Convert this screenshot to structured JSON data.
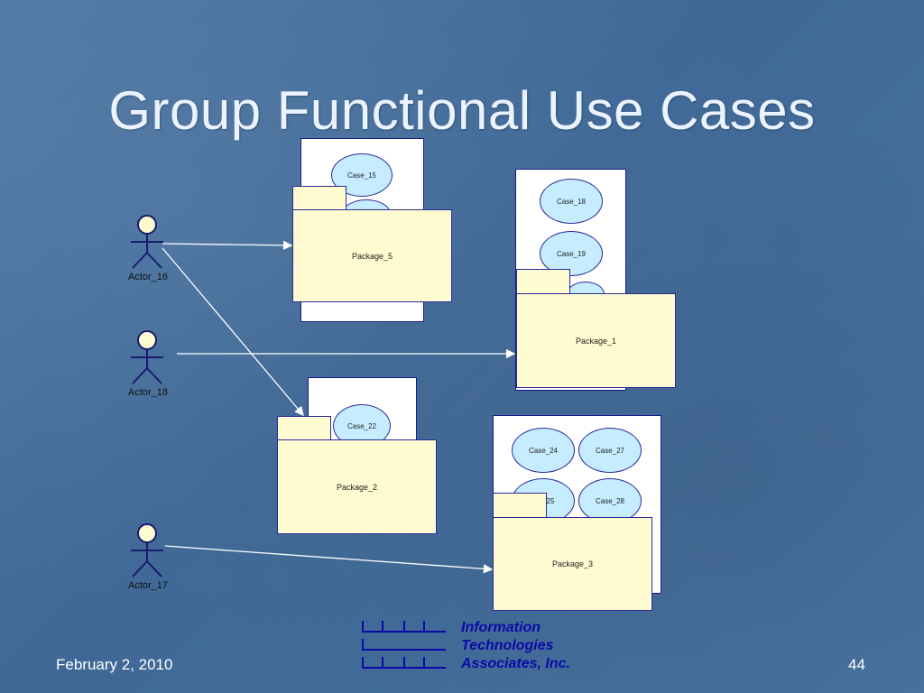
{
  "slide": {
    "title": "Group Functional Use Cases",
    "footer_date": "February 2, 2010",
    "page_number": "44"
  },
  "logo": {
    "line1": "Information",
    "line2": "Technologies",
    "line3": "Associates, Inc."
  },
  "actors": {
    "a16": "Actor_16",
    "a18": "Actor_18",
    "a17": "Actor_17"
  },
  "packages": {
    "p5": "Package_5",
    "p1": "Package_1",
    "p2": "Package_2",
    "p3": "Package_3"
  },
  "cases": {
    "c15": "Case_15",
    "c18": "Case_18",
    "c19": "Case_19",
    "c22": "Case_22",
    "c24": "Case_24",
    "c27": "Case_27",
    "c25": "25",
    "c28": "Case_28"
  },
  "colors": {
    "background": "#4a72a0",
    "title": "#eaf3ff",
    "package_fill": "#fffbd0",
    "case_fill": "#c6ecff",
    "outline": "#2a2a9a",
    "logo_text": "#0a0aa8"
  }
}
